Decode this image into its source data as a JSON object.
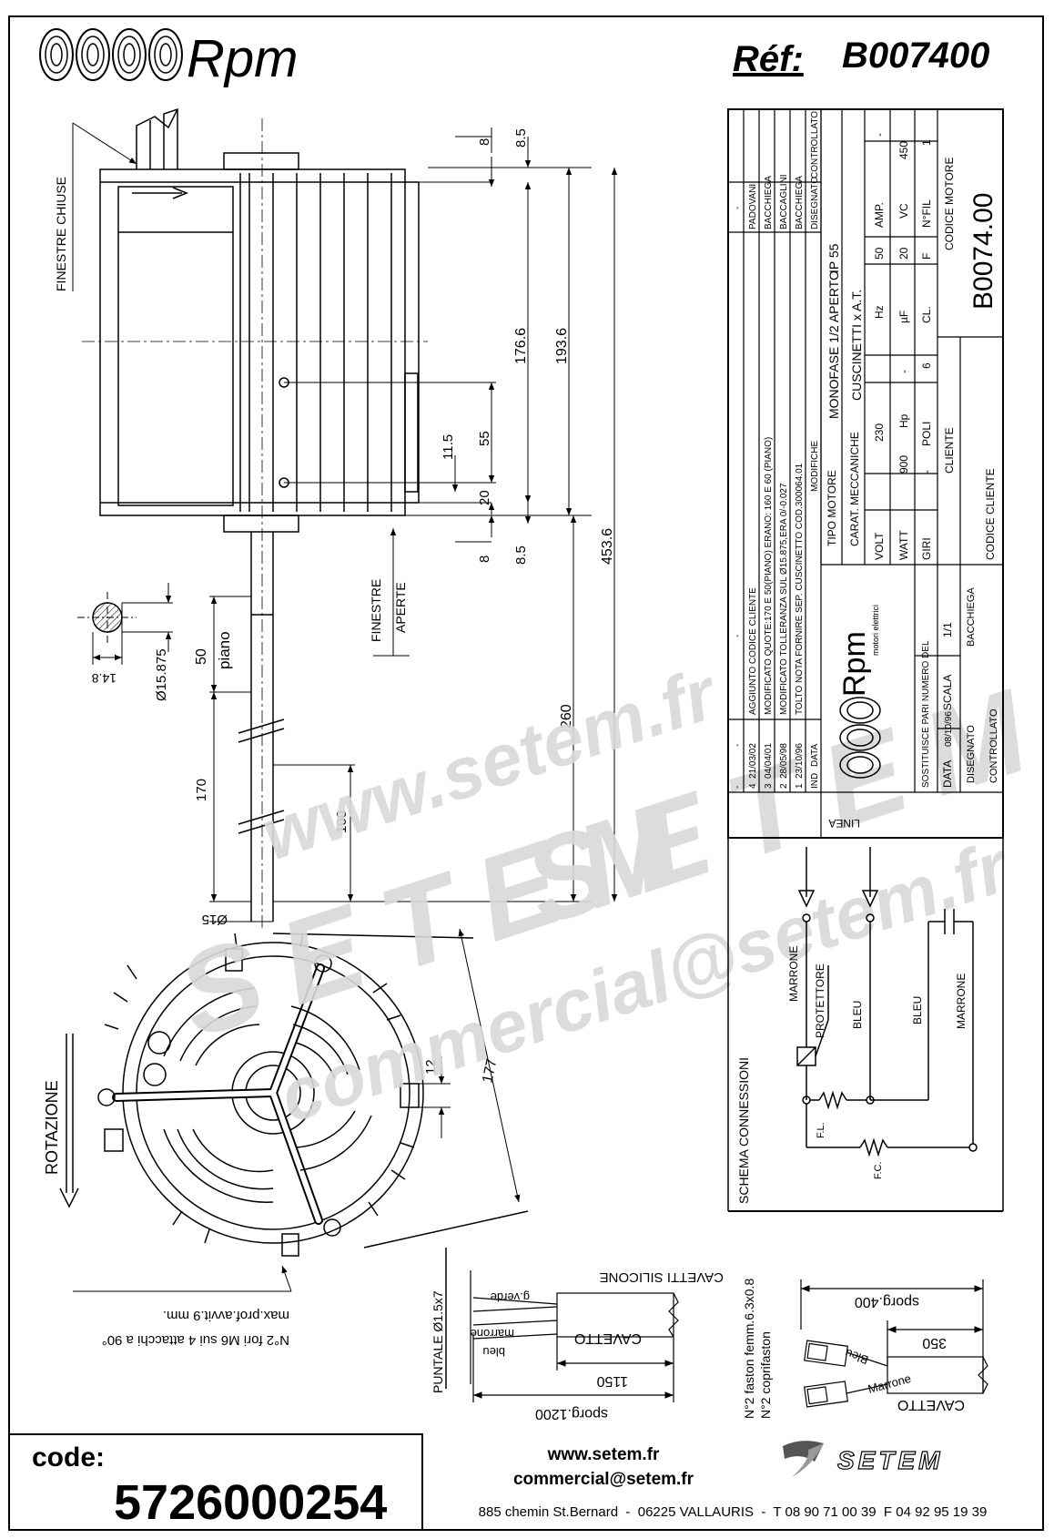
{
  "header": {
    "brand": "Rpm",
    "ref_label": "Réf:",
    "ref_value": "B007400"
  },
  "watermark": {
    "site": "www.setem.fr",
    "brand": "SETEM",
    "email": "commercial@setem.fr"
  },
  "drawing": {
    "finestre_chiuse": "FINESTRE CHIUSE",
    "finestre": "FINESTRE",
    "aperte": "APERTE",
    "piano": "piano",
    "rotazione": "ROTAZIONE",
    "holes": "N°2 fori M6 sui 4 attacchi a 90°",
    "max_prof": "max.prof.avvit.9 mm.",
    "dims": {
      "d8_top": "8",
      "d8_5_top": "8.5",
      "d176_6": "176.6",
      "d193_6": "193.6",
      "d11_5": "11.5",
      "d55": "55",
      "d20": "20",
      "d8_bot": "8",
      "d8_5_bot": "8.5",
      "d453_6": "453.6",
      "d260": "260",
      "d50": "50",
      "d170": "170",
      "d100": "100",
      "d15": "Ø15",
      "d15_875": "Ø15.875",
      "d14_8": "14.8",
      "d12": "12",
      "d177": "177"
    }
  },
  "cable": {
    "title": "CAVETTI SILICONE",
    "gverde": "g.verde",
    "marrone": "marrone",
    "bleu": "bleu",
    "cavetto": "CAVETTO",
    "d1150": "1150",
    "sporg1200": "sporg.1200",
    "puntale": "PUNTALE Ø1.5x7"
  },
  "faston": {
    "line1": "N°2 faston femm.6.3x0.8",
    "line2": "N°2 coprifaston",
    "sporg400": "sporg.400",
    "d350": "350",
    "bleu": "Bleu",
    "marrone": "Marrone",
    "cavetto": "CAVETTO"
  },
  "title_block": {
    "modifiche": [
      {
        "ind": "-",
        "data": "-",
        "text": "-",
        "by": "-"
      },
      {
        "ind": "4",
        "data": "21/03/02",
        "text": "AGGIUNTO CODICE CLIENTE",
        "by": "PADOVANI"
      },
      {
        "ind": "3",
        "data": "04/04/01",
        "text": "MODIFICATO QUOTE:170 E 50(PIANO) ERANO: 160 E 60 (PIANO)",
        "by": "BACCHIEGA"
      },
      {
        "ind": "2",
        "data": "28/05/98",
        "text": "MODIFICATO TOLLERANZA SUL Ø15.875,ERA 0/-0.027",
        "by": "BACCAGLINI"
      },
      {
        "ind": "1",
        "data": "23/10/96",
        "text": "TOLTO NOTA FORNIRE SEP. CUSCINETTO COD.300064.01",
        "by": "BACCHIEGA"
      }
    ],
    "mod_header": {
      "ind": "IND",
      "data": "DATA",
      "modifiche": "MODIFICHE",
      "disegnato": "DISEGNATO",
      "controllato": "CONTROLLATO"
    },
    "tipo_motore_label": "TIPO MOTORE",
    "tipo_motore": "MONOFASE 1/2 APERTO",
    "ip": "IP 55",
    "carat_label": "CARAT. MECCANICHE",
    "carat": "CUSCINETTI x A.T.",
    "volt_label": "VOLT",
    "volt": "230",
    "hz_label": "Hz",
    "hz": "50",
    "amp_label": "AMP.",
    "amp": "-",
    "watt_label": "WATT",
    "watt": "900",
    "hp_label": "Hp",
    "hp": "-",
    "uf_label": "µF",
    "uf": "20",
    "vc_label": "VC",
    "vc": "450",
    "giri_label": "GIRI",
    "giri": "-",
    "poli_label": "POLI",
    "poli": "6",
    "cl_label": "CL.",
    "cl": "F",
    "nfil_label": "N°FIL",
    "nfil": "1",
    "cliente": "CLIENTE",
    "codice_motore_label": "CODICE MOTORE",
    "codice_motore": "B0074.00",
    "codice_cliente": "CODICE CLIENTE",
    "rpm_logo": "Rpm",
    "rpm_sub": "motori elettrici",
    "sostituisce": "SOSTITUISCE PARI NUMERO DEL",
    "data_label": "DATA",
    "data": "08/10/96",
    "scala_label": "SCALA",
    "scala": "1/1",
    "disegnato_label": "DISEGNATO",
    "disegnato": "BACCHIEGA",
    "controllato_label": "CONTROLLATO"
  },
  "schema": {
    "title": "SCHEMA CONNESSIONI",
    "linea": "LINEA",
    "marrone1": "MARRONE",
    "protettore": "PROTETTORE",
    "bleu1": "BLEU",
    "bleu2": "BLEU",
    "marrone2": "MARRONE",
    "fl": "F.L.",
    "fc": "F.C."
  },
  "footer": {
    "code_label": "code:",
    "code": "5726000254",
    "web": "www.setem.fr",
    "email": "commercial@setem.fr",
    "address": "885 chemin St.Bernard  -  06225 VALLAURIS  -  T 08 90 71 00 39  F 04 92 95 19 39",
    "setem_logo": "SETEM"
  }
}
